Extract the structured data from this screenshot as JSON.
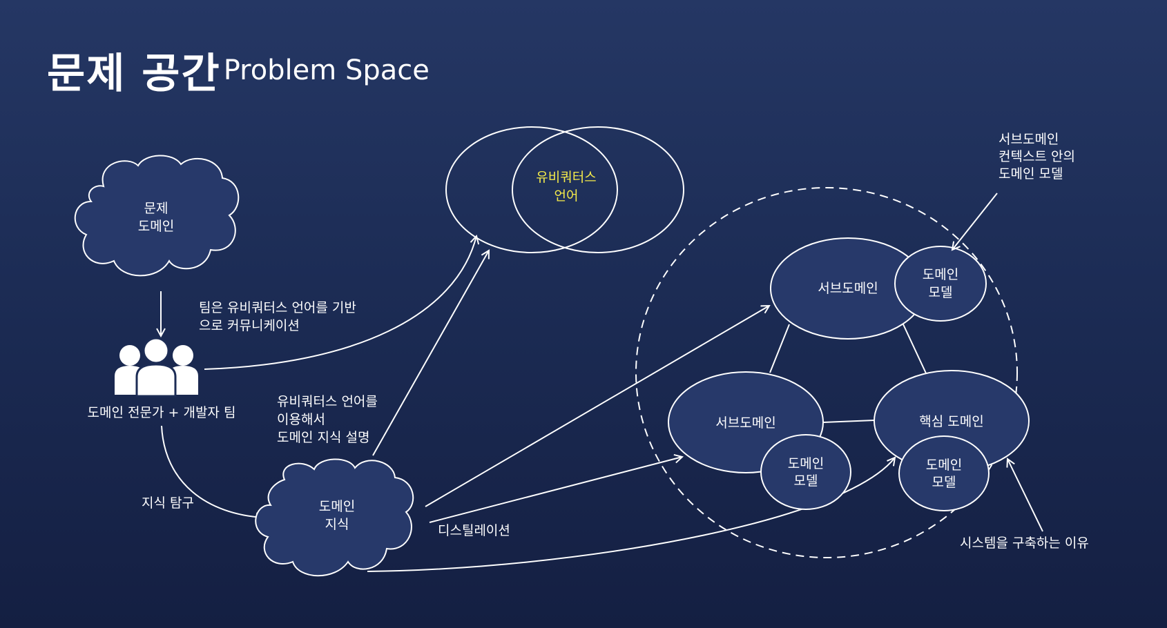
{
  "title": {
    "korean": "문제 공간",
    "english": "Problem Space"
  },
  "problem_domain": {
    "line1": "문제",
    "line2": "도메인"
  },
  "team": {
    "label": "도메인 전문가 + 개발자 팀",
    "icon": "people-group-icon"
  },
  "domain_knowledge": {
    "line1": "도메인",
    "line2": "지식"
  },
  "ubiquitous_language": {
    "line1": "유비쿼터스",
    "line2": "언어",
    "color": "#f4ea4a"
  },
  "labels": {
    "team_comm_line1": "팀은 유비쿼터스 언어를 기반",
    "team_comm_line2": "으로 커뮤니케이션",
    "ul_explain_line1": "유비쿼터스 언어를",
    "ul_explain_line2": "이용해서",
    "ul_explain_line3": "도메인 지식 설명",
    "knowledge_exploration": "지식 탐구",
    "distillation": "디스틸레이션",
    "model_in_context_line1": "서브도메인",
    "model_in_context_line2": "컨텍스트 안의",
    "model_in_context_line3": "도메인 모델",
    "reason_for_system": "시스템을 구축하는 이유"
  },
  "subdomains": {
    "top": {
      "label": "서브도메인",
      "model_line1": "도메인",
      "model_line2": "모델"
    },
    "left": {
      "label": "서브도메인",
      "model_line1": "도메인",
      "model_line2": "모델"
    },
    "core": {
      "label": "핵심 도메인",
      "model_line1": "도메인",
      "model_line2": "모델"
    }
  }
}
